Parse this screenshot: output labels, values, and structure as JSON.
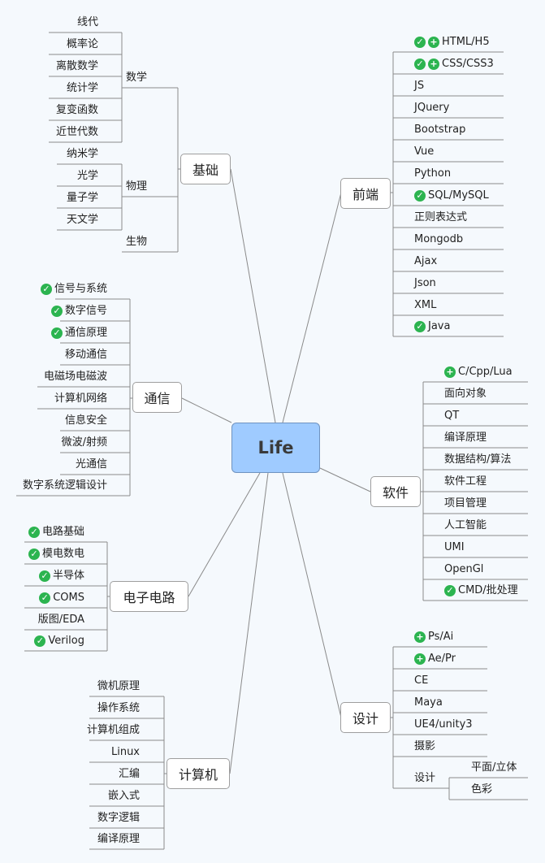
{
  "root": "Life",
  "colors": {
    "root_fill": "#9fcbff",
    "line": "#8a8a8a",
    "marker": "#2cb450"
  },
  "branches": [
    {
      "label": "基础",
      "subgroups": [
        {
          "label": "数学",
          "items": [
            {
              "text": "线代"
            },
            {
              "text": "概率论"
            },
            {
              "text": "离散数学"
            },
            {
              "text": "统计学"
            },
            {
              "text": "复变函数"
            },
            {
              "text": "近世代数"
            }
          ]
        },
        {
          "label": "物理",
          "items": [
            {
              "text": "纳米学"
            },
            {
              "text": "光学"
            },
            {
              "text": "量子学"
            },
            {
              "text": "天文学"
            }
          ]
        },
        {
          "label": "生物",
          "items": []
        }
      ]
    },
    {
      "label": "前端",
      "items": [
        {
          "text": "HTML/H5",
          "icons": [
            "check",
            "plus"
          ]
        },
        {
          "text": "CSS/CSS3",
          "icons": [
            "check",
            "plus"
          ]
        },
        {
          "text": "JS"
        },
        {
          "text": "JQuery"
        },
        {
          "text": "Bootstrap"
        },
        {
          "text": "Vue"
        },
        {
          "text": "Python"
        },
        {
          "text": "SQL/MySQL",
          "icons": [
            "check"
          ]
        },
        {
          "text": "正则表达式"
        },
        {
          "text": "Mongodb"
        },
        {
          "text": "Ajax"
        },
        {
          "text": "Json"
        },
        {
          "text": "XML"
        },
        {
          "text": "Java",
          "icons": [
            "check"
          ]
        }
      ]
    },
    {
      "label": "通信",
      "items": [
        {
          "text": "信号与系统",
          "icons": [
            "check"
          ]
        },
        {
          "text": "数字信号",
          "icons": [
            "check"
          ]
        },
        {
          "text": "通信原理",
          "icons": [
            "check"
          ]
        },
        {
          "text": "移动通信"
        },
        {
          "text": "电磁场电磁波"
        },
        {
          "text": "计算机网络"
        },
        {
          "text": "信息安全"
        },
        {
          "text": "微波/射频"
        },
        {
          "text": "光通信"
        },
        {
          "text": "数字系统逻辑设计"
        }
      ]
    },
    {
      "label": "软件",
      "items": [
        {
          "text": "C/Cpp/Lua",
          "icons": [
            "plus"
          ]
        },
        {
          "text": "面向对象"
        },
        {
          "text": "QT"
        },
        {
          "text": "编译原理"
        },
        {
          "text": "数据结构/算法"
        },
        {
          "text": "软件工程"
        },
        {
          "text": "项目管理"
        },
        {
          "text": "人工智能"
        },
        {
          "text": "UMI"
        },
        {
          "text": "OpenGl"
        },
        {
          "text": "CMD/批处理",
          "icons": [
            "check"
          ]
        }
      ]
    },
    {
      "label": "电子电路",
      "items": [
        {
          "text": "电路基础",
          "icons": [
            "check"
          ]
        },
        {
          "text": "模电数电",
          "icons": [
            "check"
          ]
        },
        {
          "text": "半导体",
          "icons": [
            "check"
          ]
        },
        {
          "text": "COMS",
          "icons": [
            "check"
          ]
        },
        {
          "text": "版图/EDA"
        },
        {
          "text": "Verilog",
          "icons": [
            "check"
          ]
        }
      ]
    },
    {
      "label": "设计",
      "items": [
        {
          "text": "Ps/Ai",
          "icons": [
            "plus"
          ]
        },
        {
          "text": "Ae/Pr",
          "icons": [
            "plus"
          ]
        },
        {
          "text": "CE"
        },
        {
          "text": "Maya"
        },
        {
          "text": "UE4/unity3"
        },
        {
          "text": "摄影"
        },
        {
          "text": "设计",
          "children": [
            {
              "text": "平面/立体"
            },
            {
              "text": "色彩"
            }
          ]
        }
      ]
    },
    {
      "label": "计算机",
      "items": [
        {
          "text": "微机原理"
        },
        {
          "text": "操作系统"
        },
        {
          "text": "计算机组成"
        },
        {
          "text": "Linux"
        },
        {
          "text": "汇编"
        },
        {
          "text": "嵌入式"
        },
        {
          "text": "数字逻辑"
        },
        {
          "text": "编译原理"
        }
      ]
    }
  ]
}
